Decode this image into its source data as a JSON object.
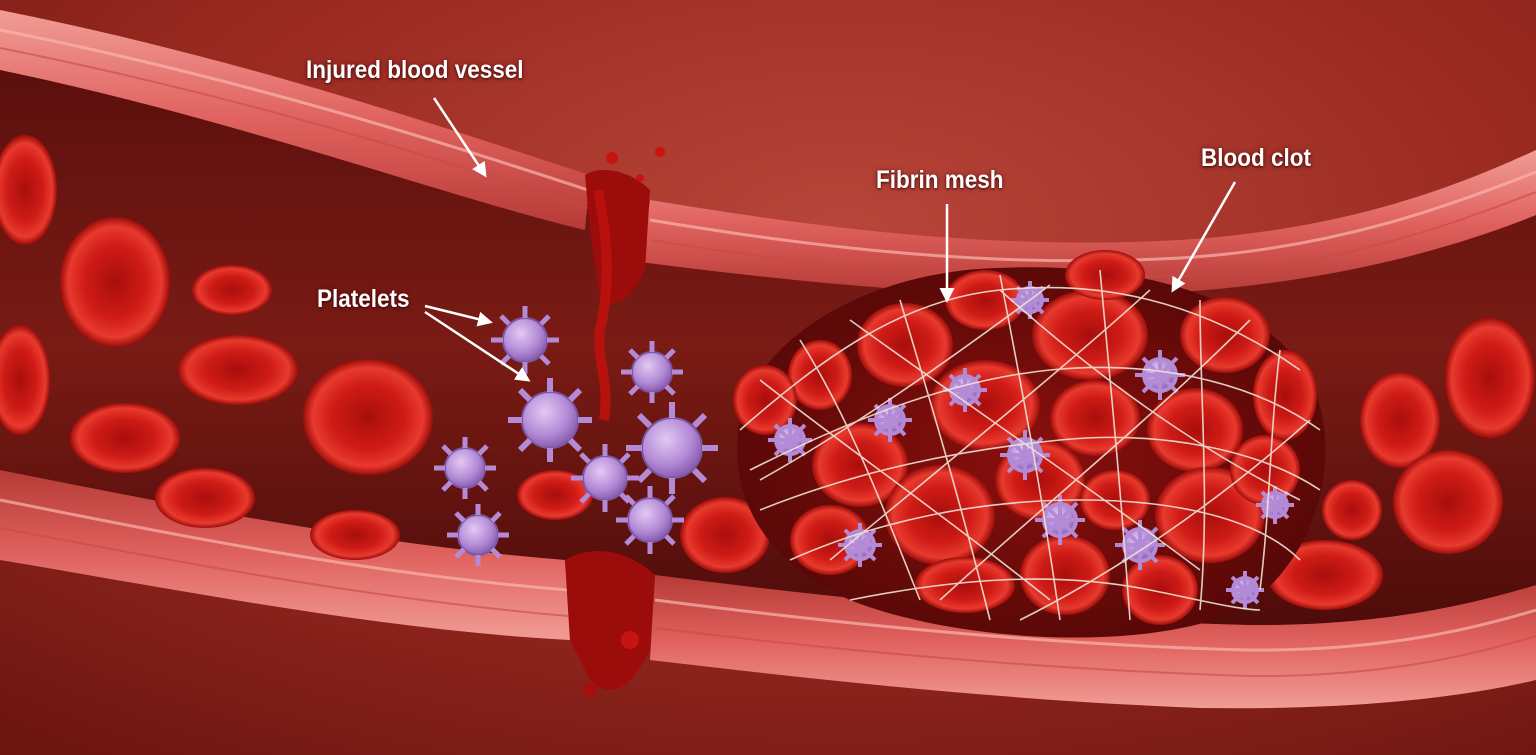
{
  "labels": {
    "injured_vessel": "Injured blood vessel",
    "fibrin_mesh": "Fibrin mesh",
    "blood_clot": "Blood clot",
    "platelets": "Platelets"
  },
  "colors": {
    "background": "#8a1f16",
    "vessel_wall": "#e2666a",
    "vessel_interior": "#6e1512",
    "red_blood_cell": "#d11a17",
    "platelet": "#b58bd8",
    "fibrin": "#efe3d6",
    "label_text": "#ffffff"
  }
}
